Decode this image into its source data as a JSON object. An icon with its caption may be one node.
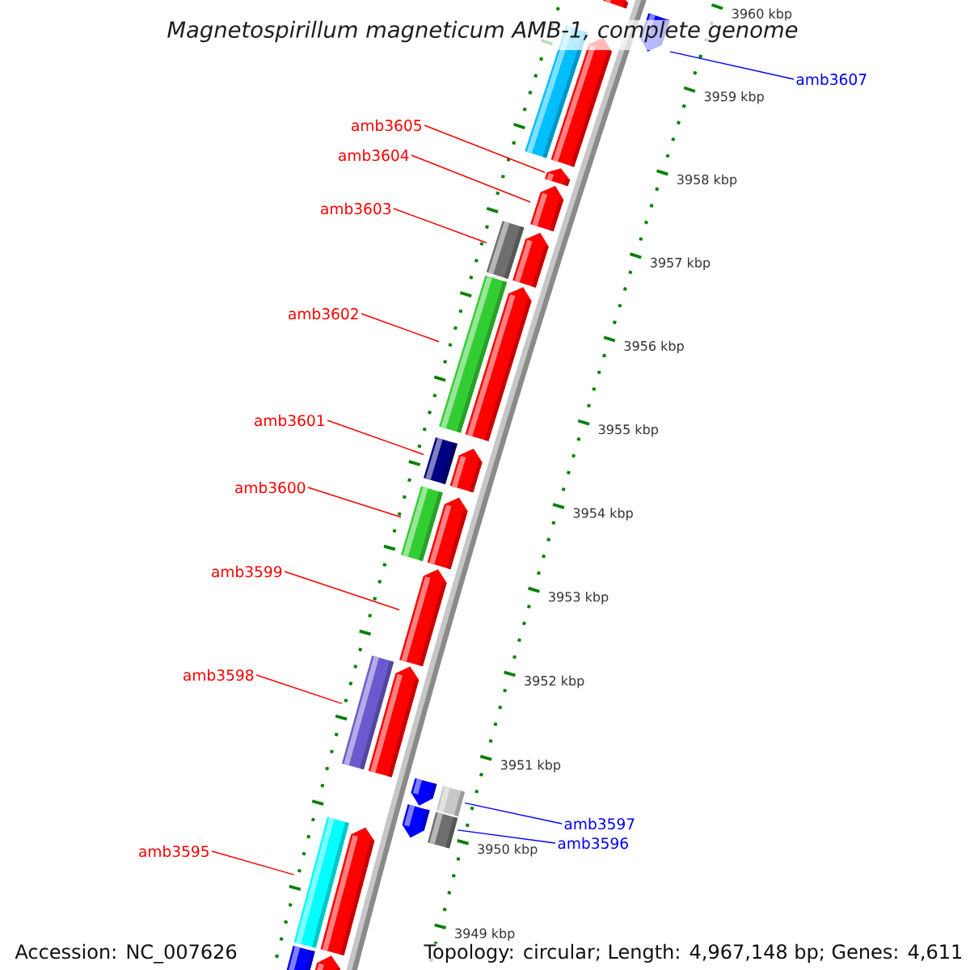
{
  "diagram": {
    "title": "Magnetospirillum magneticum AMB-1, complete genome",
    "nodes": [
      {
        "text": [
          "amb3607"
        ]
      },
      {
        "text": [
          "amb3605"
        ]
      },
      {
        "text": [
          "amb3604"
        ]
      },
      {
        "text": [
          "amb3603"
        ]
      },
      {
        "text": [
          "amb3602"
        ]
      },
      {
        "text": [
          "amb3601"
        ]
      },
      {
        "text": [
          "amb3600"
        ]
      },
      {
        "text": [
          "amb3599"
        ]
      },
      {
        "text": [
          "amb3598"
        ]
      },
      {
        "text": [
          "amb3597"
        ]
      },
      {
        "text": [
          "amb3595"
        ]
      },
      {
        "text": [
          "amb3596"
        ]
      },
      {
        "text": [],
        "shape": "arrow"
      },
      {
        "text": [],
        "shape": "arrow"
      },
      {
        "text": [],
        "shape": "arrow"
      },
      {
        "text": [],
        "shape": "arrow"
      },
      {
        "text": [],
        "shape": "arrow"
      },
      {
        "text": [],
        "shape": "arrow"
      },
      {
        "text": [],
        "shape": "arrow"
      },
      {
        "text": [],
        "shape": "arrow"
      },
      {
        "text": [],
        "shape": "arrow"
      },
      {
        "text": [],
        "shape": "arrow"
      },
      {
        "text": [],
        "shape": "arrow"
      },
      {
        "text": [],
        "shape": "arrow"
      },
      {
        "text": [],
        "shape": "arrow"
      },
      {
        "text": [],
        "shape": "arrow"
      },
      {
        "text": [],
        "shape": "arrow"
      }
    ],
    "edges": [
      {
        "from": 0,
        "to": 13,
        "arrow": "none",
        "color": "#0000ff"
      },
      {
        "from": 1,
        "to": 15,
        "arrow": "none"
      },
      {
        "from": 2,
        "to": 16,
        "arrow": "none"
      },
      {
        "from": 3,
        "to": 17,
        "arrow": "none"
      },
      {
        "from": 4,
        "to": 18,
        "arrow": "none"
      },
      {
        "from": 5,
        "to": 19,
        "arrow": "none"
      },
      {
        "from": 6,
        "to": 20,
        "arrow": "none"
      },
      {
        "from": 7,
        "to": 21,
        "arrow": "none"
      },
      {
        "from": 8,
        "to": 22,
        "arrow": "none"
      },
      {
        "from": 9,
        "to": 23,
        "arrow": "none",
        "color": "#0000ff"
      },
      {
        "from": 10,
        "to": 25,
        "arrow": "none"
      },
      {
        "from": 11,
        "to": 24,
        "arrow": "none",
        "color": "#0000ff"
      }
    ],
    "labels": [
      "3960 kbp",
      "3959 kbp",
      "3958 kbp",
      "3957 kbp",
      "3956 kbp",
      "3955 kbp",
      "3954 kbp",
      "3953 kbp",
      "3952 kbp",
      "3951 kbp",
      "3950 kbp",
      "3949 kbp",
      "Accession: NC_007626",
      "Topology: circular; Length: 4,967,148 bp; Genes: 4,611"
    ]
  }
}
